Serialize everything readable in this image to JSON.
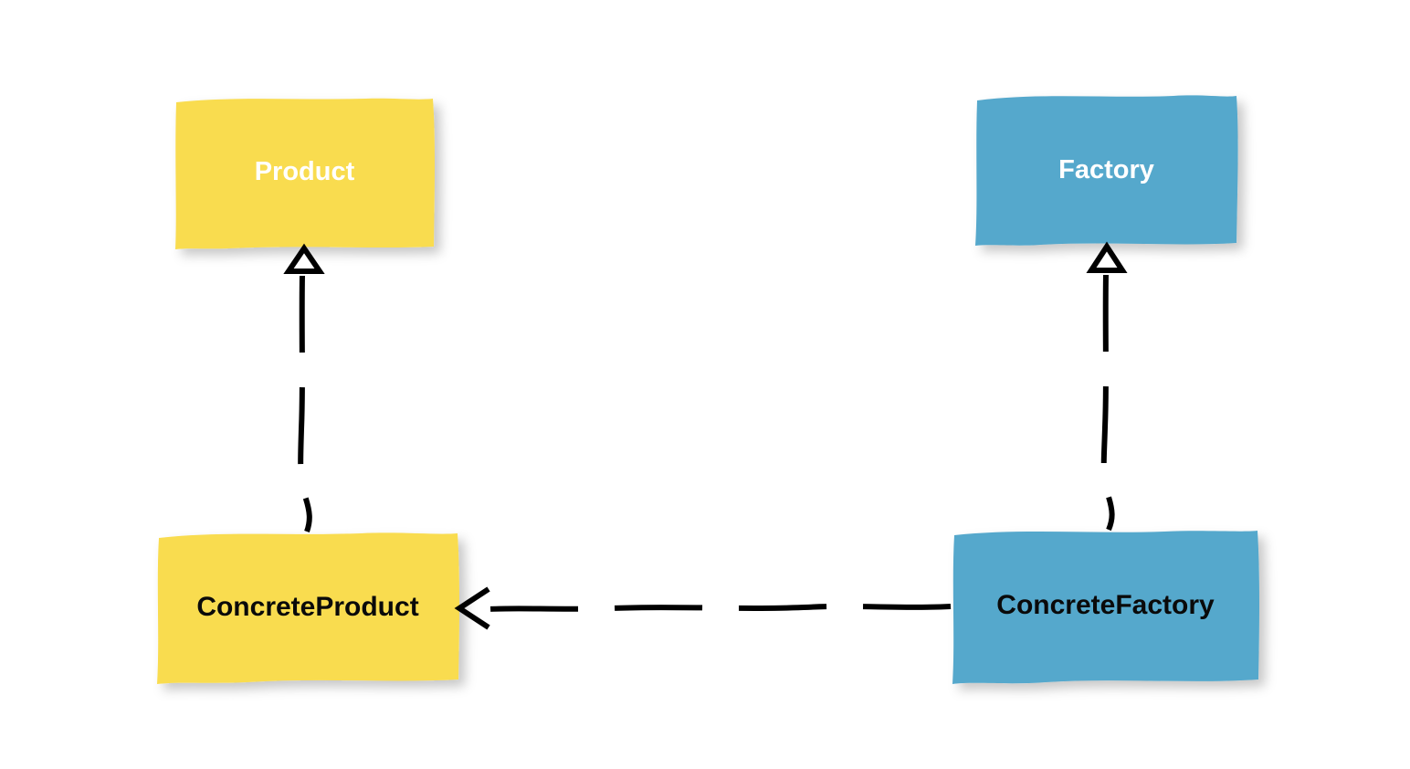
{
  "diagram": {
    "title": "Factory Method pattern class diagram",
    "type": "uml-class-diagram",
    "background_color": "#ffffff",
    "style": "hand-drawn",
    "nodes": [
      {
        "id": "product",
        "label": "Product",
        "fill_color": "#f9dc4f",
        "text_color": "#ffffff",
        "role": "abstract-product"
      },
      {
        "id": "factory",
        "label": "Factory",
        "fill_color": "#55a8cc",
        "text_color": "#ffffff",
        "role": "abstract-factory"
      },
      {
        "id": "concrete-product",
        "label": "ConcreteProduct",
        "fill_color": "#f9dc4f",
        "text_color": "#0a0a0a",
        "role": "concrete-product"
      },
      {
        "id": "concrete-factory",
        "label": "ConcreteFactory",
        "fill_color": "#55a8cc",
        "text_color": "#0a0a0a",
        "role": "concrete-factory"
      }
    ],
    "edges": [
      {
        "id": "product-generalization",
        "from": "concrete-product",
        "to": "product",
        "kind": "realization",
        "line": "dashed",
        "arrowhead": "hollow-triangle",
        "color": "#000000"
      },
      {
        "id": "factory-generalization",
        "from": "concrete-factory",
        "to": "factory",
        "kind": "realization",
        "line": "dashed",
        "arrowhead": "hollow-triangle",
        "color": "#000000"
      },
      {
        "id": "creates-dependency",
        "from": "concrete-factory",
        "to": "concrete-product",
        "kind": "dependency",
        "line": "dashed",
        "arrowhead": "open-v",
        "color": "#000000"
      }
    ]
  }
}
